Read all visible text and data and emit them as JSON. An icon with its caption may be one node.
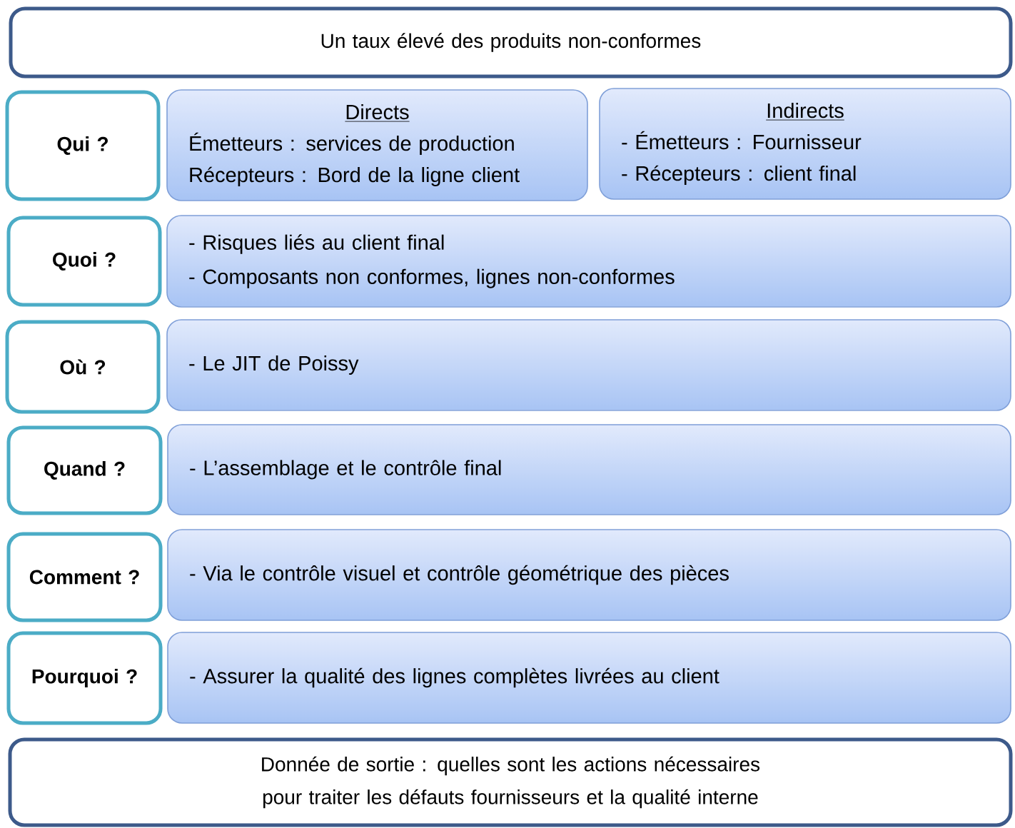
{
  "diagram": {
    "nodes": [
      {
        "text": [
          "Un taux élevé des produits non-conformes"
        ]
      },
      {
        "text": [
          "Qui ?"
        ]
      },
      {
        "text": [
          "Directs",
          "Émetteurs : services de production",
          "Récepteurs : Bord de la ligne client"
        ]
      },
      {
        "text": [
          "Indirects",
          "- Émetteurs : Fournisseur",
          "- Récepteurs : client final"
        ]
      },
      {
        "text": [
          "Quoi ?"
        ]
      },
      {
        "text": [
          "- Risques liés au client final",
          "- Composants non conformes, lignes non-conformes"
        ]
      },
      {
        "text": [
          "Où ?"
        ]
      },
      {
        "text": [
          "- Le JIT de Poissy"
        ]
      },
      {
        "text": [
          "Quand ?"
        ]
      },
      {
        "text": [
          "- L’assemblage et le contrôle final"
        ]
      },
      {
        "text": [
          "Comment ?"
        ]
      },
      {
        "text": [
          "- Via le contrôle visuel et contrôle géométrique des pièces"
        ]
      },
      {
        "text": [
          "Pourquoi ?"
        ]
      },
      {
        "text": [
          "- Assurer la qualité des lignes complètes livrées au client"
        ]
      },
      {
        "text": [
          "Donnée de sortie : quelles sont les actions nécessaires pour traiter les défauts fournisseurs et la qualité interne"
        ]
      }
    ]
  }
}
